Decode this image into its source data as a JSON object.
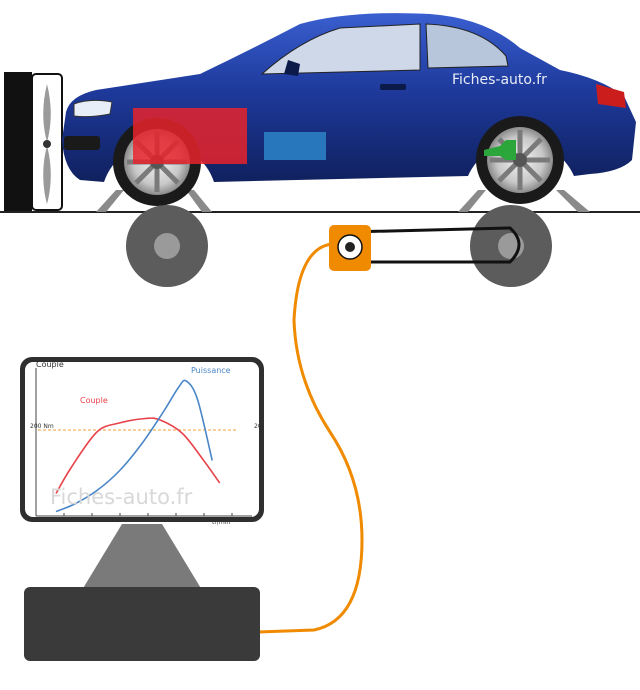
{
  "watermark_car": "Fiches-auto.fr",
  "watermark_chart": "Fiches-auto.fr",
  "chart": {
    "y_title": "Couple",
    "reference_label": "200 Nm",
    "reference_label_right": "20",
    "x_axis_label": "tr/min",
    "torque_label": "Couple",
    "power_label": "Puissance"
  },
  "colors": {
    "car_body": "#1e3a9c",
    "engine_block": "#e8232b",
    "gearbox_block": "#2a7fc4",
    "driven_axle": "#2aa63a",
    "sensor": "#f08a00",
    "cable": "#f08a00",
    "roller": "#5c5c5c",
    "ground": "#222222",
    "torque_curve": "#e8424a",
    "power_curve": "#4a86c8",
    "reference_line": "#f0a030",
    "monitor_frame": "#2f2f2f",
    "stand": "#7a7a7a",
    "console": "#3a3a3a"
  },
  "chart_data": {
    "type": "line",
    "xlabel": "tr/min",
    "ylabel": "Couple",
    "reference_lines": [
      {
        "label": "200 Nm",
        "axis": "y"
      }
    ],
    "series": [
      {
        "name": "Couple",
        "color": "#e8424a",
        "x": [
          0.0,
          0.08,
          0.22,
          0.34,
          0.48,
          0.56,
          0.68,
          0.8,
          0.88
        ],
        "y": [
          0.15,
          0.32,
          0.56,
          0.62,
          0.65,
          0.64,
          0.55,
          0.36,
          0.22
        ]
      },
      {
        "name": "Puissance",
        "color": "#4a86c8",
        "x": [
          0.0,
          0.1,
          0.22,
          0.34,
          0.46,
          0.58,
          0.66,
          0.7,
          0.76,
          0.84
        ],
        "y": [
          0.03,
          0.08,
          0.17,
          0.3,
          0.48,
          0.7,
          0.86,
          0.9,
          0.78,
          0.37
        ]
      }
    ]
  }
}
